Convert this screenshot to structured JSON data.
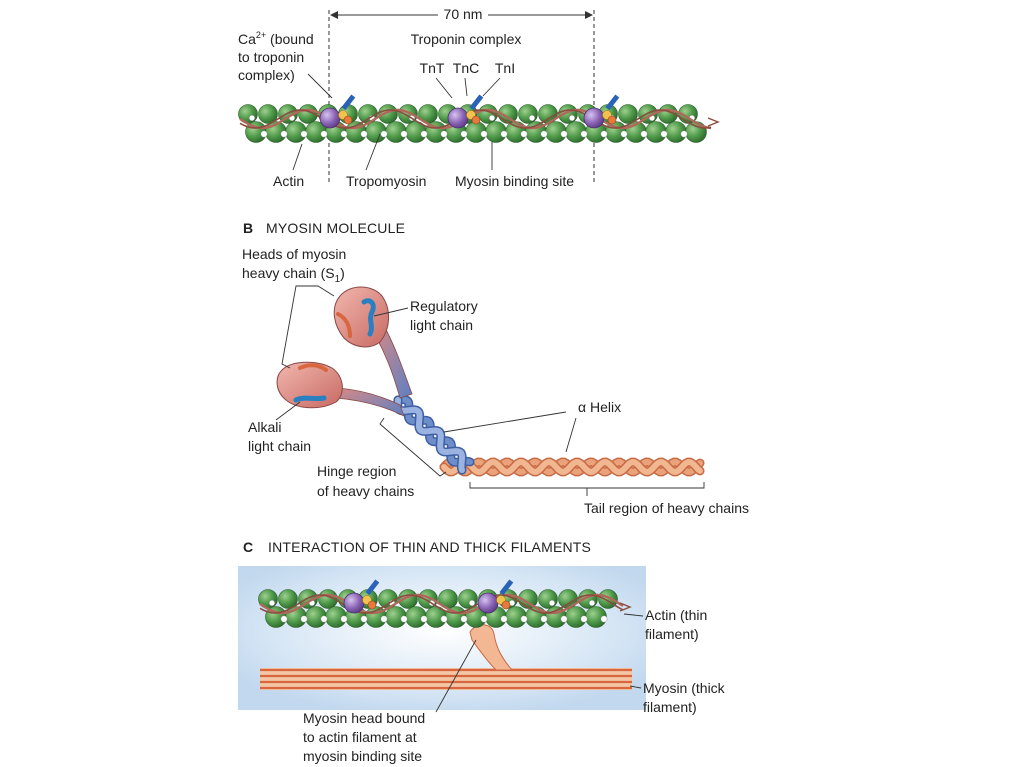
{
  "panelA": {
    "measure": "70 nm",
    "ca_line1": "Ca",
    "ca_sup": "2+",
    "ca_line1_rest": " (bound",
    "ca_line2": "to troponin",
    "ca_line3": "complex)",
    "troponin_complex": "Troponin complex",
    "tnt": "TnT",
    "tnc": "TnC",
    "tni": "TnI",
    "actin": "Actin",
    "tropomyosin": "Tropomyosin",
    "myosin_binding_site": "Myosin binding site"
  },
  "panelB": {
    "letter": "B",
    "title": "MYOSIN MOLECULE",
    "heads_line1": "Heads of myosin",
    "heads_line2": "heavy chain (S",
    "heads_sub": "1",
    "heads_close": ")",
    "regulatory_line1": "Regulatory",
    "regulatory_line2": "light chain",
    "alkali_line1": "Alkali",
    "alkali_line2": "light chain",
    "alpha_helix": "α Helix",
    "hinge_line1": "Hinge region",
    "hinge_line2": "of heavy chains",
    "tail": "Tail region of heavy chains"
  },
  "panelC": {
    "letter": "C",
    "title": "INTERACTION OF THIN AND THICK FILAMENTS",
    "actin_line1": "Actin (thin",
    "actin_line2": "filament)",
    "myosin_line1": "Myosin (thick",
    "myosin_line2": "filament)",
    "head_line1": "Myosin head bound",
    "head_line2": "to actin filament at",
    "head_line3": "myosin binding site"
  },
  "colors": {
    "actin_green": "#4f9a4a",
    "tropomyosin": "#b0685a",
    "troponin_purple": "#8a63b5",
    "ca_blue": "#2a62b8",
    "myosin_head": "#d9847c",
    "myosin_tail": "#e9a27a",
    "hinge_blue": "#6d8ec8",
    "panel_c_bg": "#cfe0f2"
  }
}
